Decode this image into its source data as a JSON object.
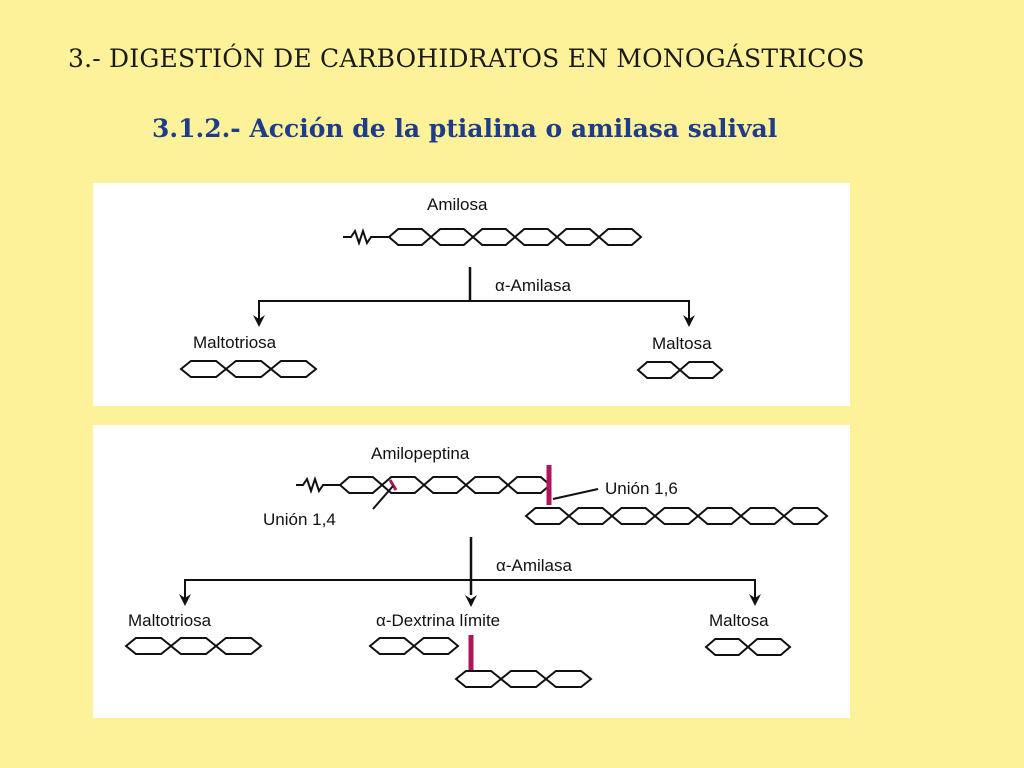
{
  "slide": {
    "title": "3.- DIGESTIÓN DE CARBOHIDRATOS EN MONOGÁSTRICOS",
    "subtitle": "3.1.2.- Acción de la ptialina o amilasa salival"
  },
  "amilosa_panel": {
    "substrate": "Amilosa",
    "enzyme": "α-Amilasa",
    "product_left": "Maltotriosa",
    "product_right": "Maltosa"
  },
  "amilopeptina_panel": {
    "substrate": "Amilopeptina",
    "bond_16": "Unión 1,6",
    "bond_14": "Unión 1,4",
    "enzyme": "α-Amilasa",
    "product_left": "Maltotriosa",
    "product_center": "α-Dextrina límite",
    "product_right": "Maltosa"
  },
  "colors": {
    "background": "#fdf19a",
    "subtitle": "#1f3c8a",
    "branch_mark": "#b0155a"
  }
}
